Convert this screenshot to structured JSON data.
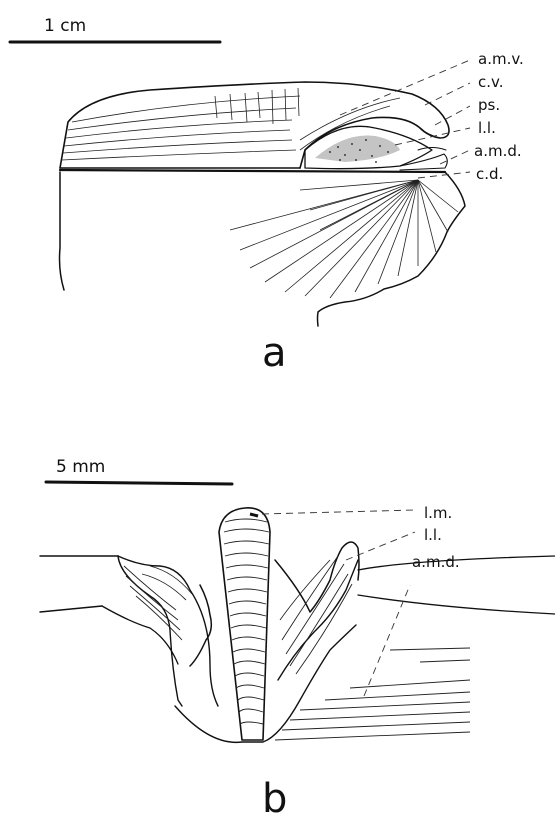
{
  "panel_a": {
    "scale_label": "1 cm",
    "panel_label": "a",
    "labels": [
      "a.m.v.",
      "c.v.",
      "ps.",
      "l.l.",
      "a.m.d.",
      "c.d."
    ]
  },
  "panel_b": {
    "scale_label": "5 mm",
    "panel_label": "b",
    "labels": [
      "l.m.",
      "l.l.",
      "a.m.d."
    ]
  }
}
